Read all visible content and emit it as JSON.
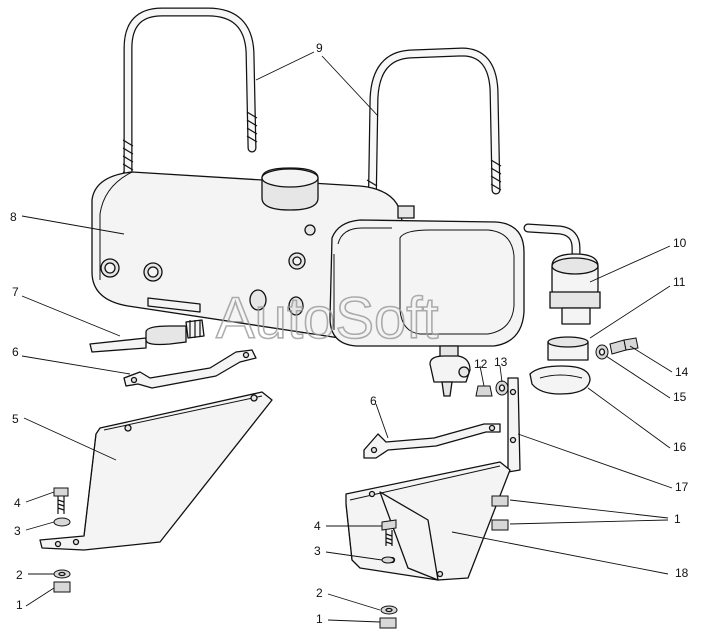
{
  "watermark": "AutoSoft",
  "callouts": [
    {
      "id": "c9",
      "text": "9"
    },
    {
      "id": "c8",
      "text": "8"
    },
    {
      "id": "c7",
      "text": "7"
    },
    {
      "id": "c6a",
      "text": "6"
    },
    {
      "id": "c5",
      "text": "5"
    },
    {
      "id": "c4a",
      "text": "4"
    },
    {
      "id": "c3a",
      "text": "3"
    },
    {
      "id": "c2a",
      "text": "2"
    },
    {
      "id": "c1a",
      "text": "1"
    },
    {
      "id": "c10",
      "text": "10"
    },
    {
      "id": "c11",
      "text": "11"
    },
    {
      "id": "c12",
      "text": "12"
    },
    {
      "id": "c13",
      "text": "13"
    },
    {
      "id": "c14",
      "text": "14"
    },
    {
      "id": "c15",
      "text": "15"
    },
    {
      "id": "c16",
      "text": "16"
    },
    {
      "id": "c6b",
      "text": "6"
    },
    {
      "id": "c17",
      "text": "17"
    },
    {
      "id": "c1b",
      "text": "1"
    },
    {
      "id": "c18",
      "text": "18"
    },
    {
      "id": "c4b",
      "text": "4"
    },
    {
      "id": "c3b",
      "text": "3"
    },
    {
      "id": "c2b",
      "text": "2"
    },
    {
      "id": "c1c",
      "text": "1"
    }
  ]
}
